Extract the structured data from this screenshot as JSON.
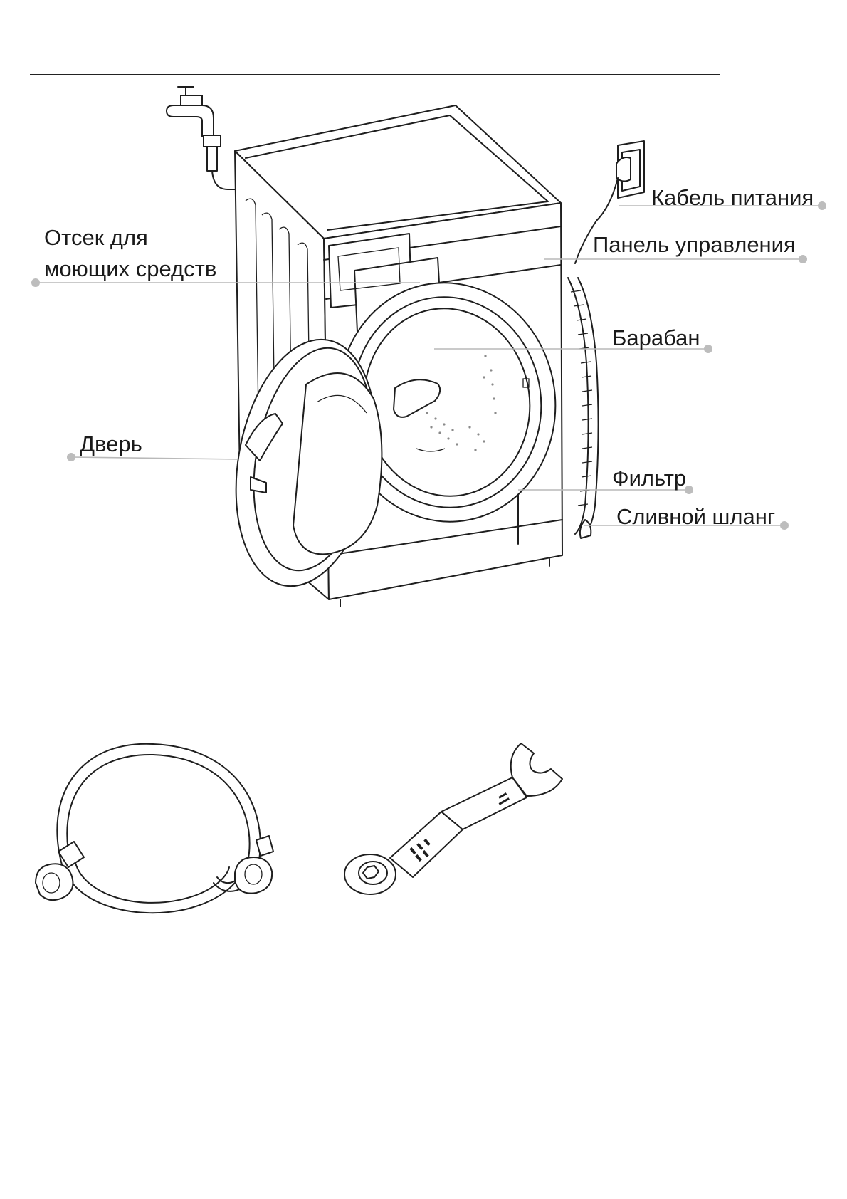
{
  "labels": {
    "power_cable": "Кабель питания",
    "control_panel": "Панель управления",
    "detergent_line1": "Отсек для",
    "detergent_line2": "моющих средств",
    "drum": "Барабан",
    "door": "Дверь",
    "filter": "Фильтр",
    "drain_hose": "Сливной шланг"
  },
  "illustrations": {
    "main": "washing-machine-icon",
    "accessory_1": "inlet-hose-icon",
    "accessory_2": "wrench-icon"
  }
}
